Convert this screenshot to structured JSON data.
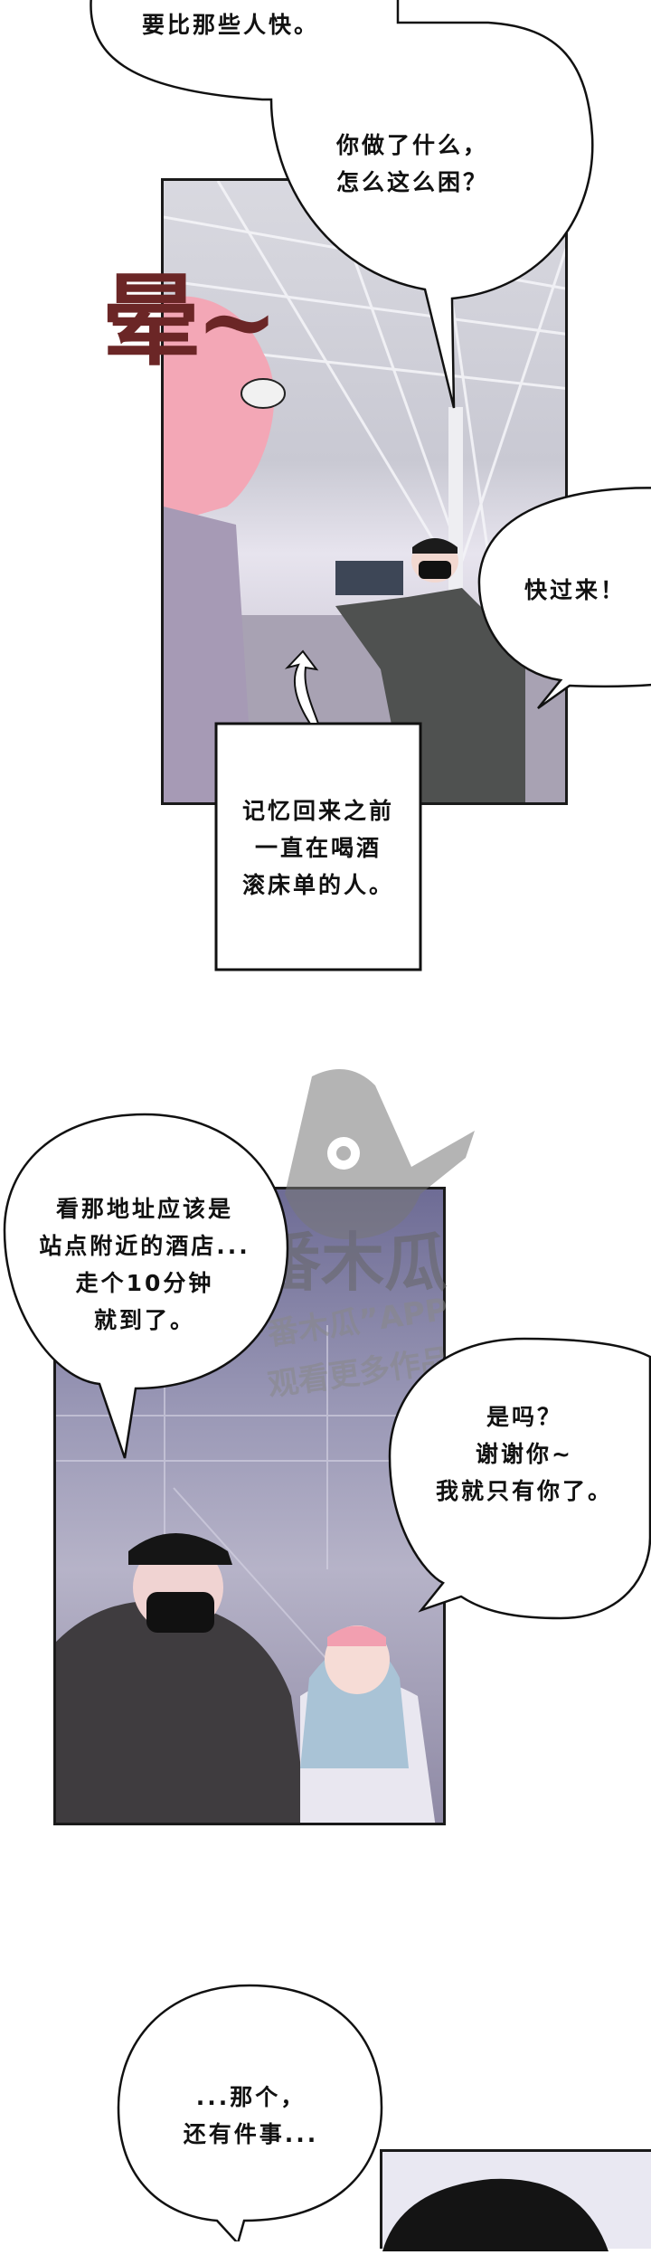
{
  "panel1": {
    "bubble_top": "要比那些人快。",
    "bubble_question": [
      "你做了什么，",
      "怎么这么困？"
    ],
    "sfx": "晕~",
    "bubble_right": "快过来！",
    "caption": [
      "记忆回来之前",
      "一直在喝酒",
      "滚床单的人。"
    ],
    "sfx_color": "#6b2626"
  },
  "panel2": {
    "bubble_left": [
      "看那地址应该是",
      "站点附近的酒店...",
      "走个10分钟",
      "就到了。"
    ],
    "bubble_right": [
      "是吗？",
      "谢谢你~",
      "我就只有你了。"
    ]
  },
  "watermark": {
    "brand": "番木瓜",
    "line1": "下载“番木瓜”APP",
    "line2": "观看更多作品"
  },
  "panel3": {
    "bubble": [
      "...那个，",
      "还有件事..."
    ]
  }
}
